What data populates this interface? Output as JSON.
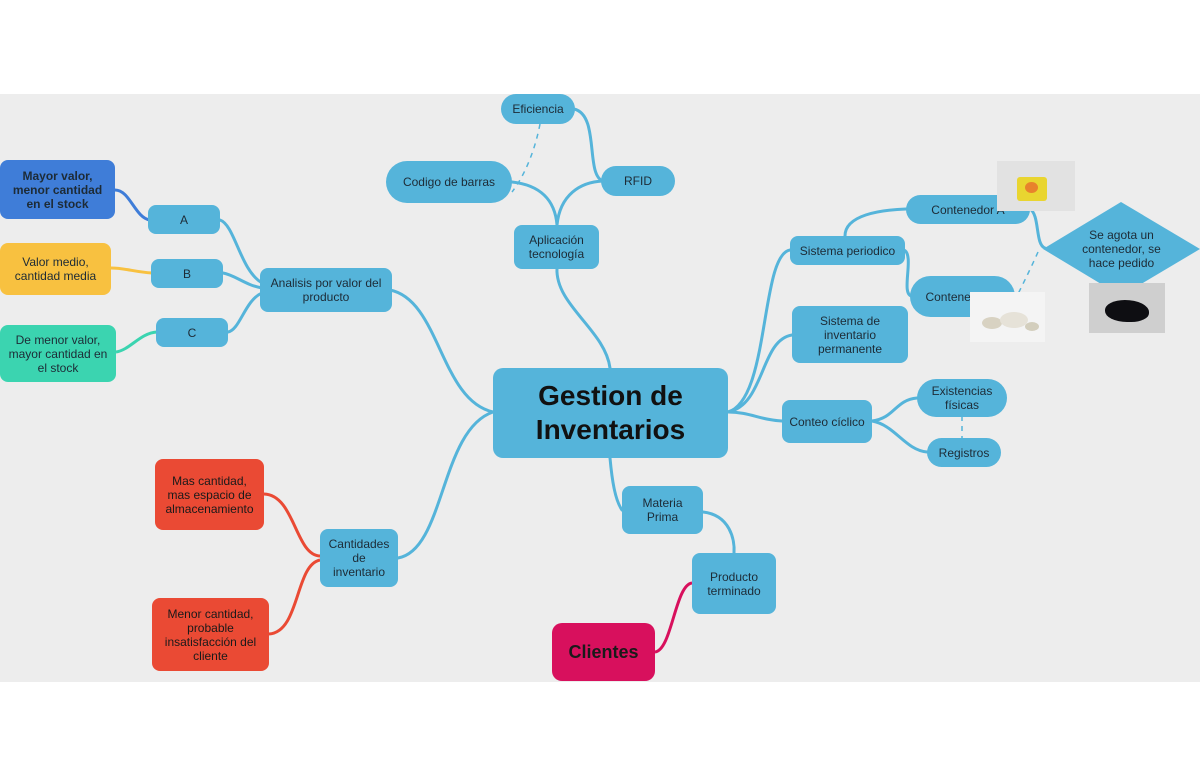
{
  "central": "Gestion de Inventarios",
  "branches": {
    "analisis": {
      "label": "Analisis por valor del producto",
      "a": "A",
      "b": "B",
      "c": "C",
      "a_desc": "Mayor valor, menor cantidad en el stock",
      "b_desc": "Valor medio, cantidad media",
      "c_desc": "De menor valor, mayor cantidad en el stock"
    },
    "cantidades": {
      "label": "Cantidades de inventario",
      "mas": "Mas cantidad, mas espacio de almacenamiento",
      "menos": "Menor cantidad, probable insatisfacción del cliente"
    },
    "tecnologia": {
      "label": "Aplicación tecnología",
      "codigo": "Codigo de barras",
      "rfid": "RFID",
      "eficiencia": "Eficiencia"
    },
    "periodico": {
      "label": "Sistema periodico",
      "contenedor_a": "Contenedor A",
      "contenedor_b": "Contenedor B",
      "pedido": "Se agota un contenedor, se hace pedido"
    },
    "permanente": {
      "label": "Sistema de inventario permanente"
    },
    "conteo": {
      "label": "Conteo cíclico",
      "existencias": "Existencias físicas",
      "registros": "Registros"
    },
    "materia": {
      "label": "Materia Prima",
      "producto": "Producto terminado",
      "clientes": "Clientes"
    }
  },
  "colors": {
    "board": "#ededed",
    "node_blue": "#55b4da",
    "dark_blue": "#3f7dd8",
    "yellow": "#f8c140",
    "teal": "#3bd4b0",
    "red": "#ea4a34",
    "magenta": "#d8105d"
  }
}
